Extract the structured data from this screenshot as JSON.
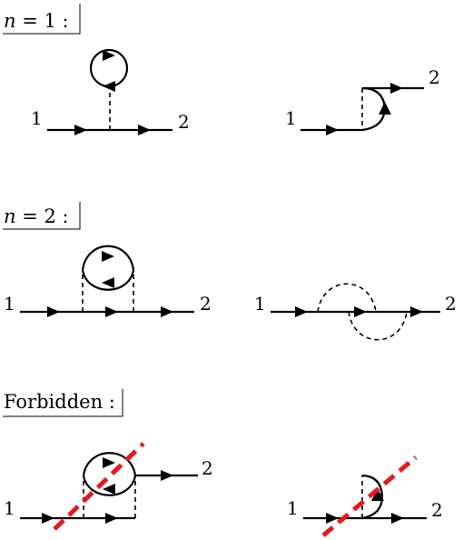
{
  "sections": {
    "n1": {
      "var": "n",
      "rest": " = 1 :"
    },
    "n2": {
      "var": "n",
      "rest": " = 2 :"
    },
    "forbidden": {
      "label": "Forbidden :"
    }
  },
  "labels": {
    "a_start": "1",
    "a_end": "2",
    "b_start": "1",
    "b_end": "2",
    "c_start": "1",
    "c_end": "2",
    "d_start": "1",
    "d_end": "2",
    "e_start": "1",
    "e_end": "2",
    "f_start": "1",
    "f_end": "2"
  },
  "colors": {
    "line": "#000000",
    "forbidden_mark": "#e41a1c",
    "background": "#ffffff"
  }
}
